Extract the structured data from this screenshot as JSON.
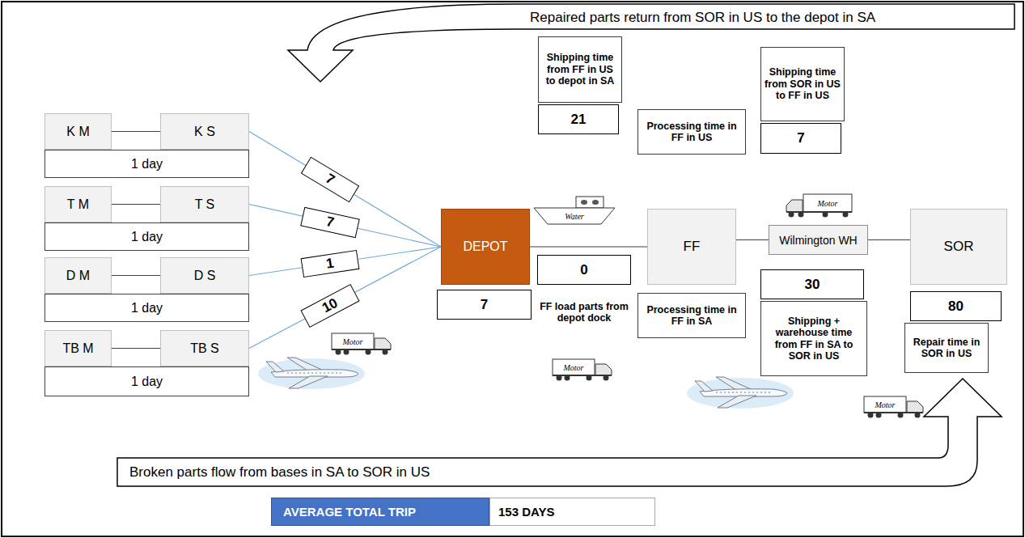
{
  "diagram": {
    "nodes": [
      {
        "text": [
          "Repaired parts return from SOR in US to the depot in SA"
        ]
      },
      {
        "text": [
          "Shipping time from FF in US to depot in SA"
        ]
      },
      {
        "text": [
          "21"
        ]
      },
      {
        "text": [
          "Shipping time from SOR in US to FF in US"
        ]
      },
      {
        "text": [
          "7"
        ]
      },
      {
        "text": [
          "Processing time in FF in US"
        ]
      },
      {
        "text": [
          "K M"
        ]
      },
      {
        "text": [
          "K S"
        ]
      },
      {
        "text": [
          "1 day"
        ]
      },
      {
        "text": [
          "T M"
        ]
      },
      {
        "text": [
          "T S"
        ]
      },
      {
        "text": [
          "1 day"
        ]
      },
      {
        "text": [
          "D M"
        ]
      },
      {
        "text": [
          "D S"
        ]
      },
      {
        "text": [
          "1 day"
        ]
      },
      {
        "text": [
          "TB M"
        ]
      },
      {
        "text": [
          "TB S"
        ]
      },
      {
        "text": [
          "1 day"
        ]
      },
      {
        "text": [
          "DEPOT"
        ]
      },
      {
        "text": [
          "7"
        ]
      },
      {
        "text": [
          "0"
        ]
      },
      {
        "text": [
          "FF"
        ]
      },
      {
        "text": [
          "Wilmington WH"
        ]
      },
      {
        "text": [
          "SOR"
        ]
      },
      {
        "text": [
          "Processing time in FF in SA"
        ]
      },
      {
        "text": [
          "30"
        ]
      },
      {
        "text": [
          "Shipping + warehouse time from FF in SA to SOR in US"
        ]
      },
      {
        "text": [
          "80"
        ]
      },
      {
        "text": [
          "Repair time in SOR in US"
        ]
      },
      {
        "text": [
          "Broken parts flow from bases in SA to SOR in US"
        ]
      },
      {
        "text": [
          "AVERAGE TOTAL TRIP"
        ]
      },
      {
        "text": [
          "153 DAYS"
        ]
      }
    ],
    "edges": [
      {
        "from": 6,
        "to": 7,
        "arrow": "none"
      },
      {
        "from": 9,
        "to": 10,
        "arrow": "none"
      },
      {
        "from": 12,
        "to": 13,
        "arrow": "none"
      },
      {
        "from": 15,
        "to": 16,
        "arrow": "none"
      },
      {
        "from": 7,
        "to": 18,
        "label": "7",
        "arrow": "none"
      },
      {
        "from": 10,
        "to": 18,
        "label": "7",
        "arrow": "none"
      },
      {
        "from": 13,
        "to": 18,
        "label": "1",
        "arrow": "none"
      },
      {
        "from": 16,
        "to": 18,
        "label": "10",
        "arrow": "none"
      },
      {
        "from": 18,
        "to": 21,
        "arrow": "none"
      },
      {
        "from": 21,
        "to": 22,
        "arrow": "none"
      },
      {
        "from": 22,
        "to": 23,
        "arrow": "none"
      }
    ],
    "labels": [
      "Motor",
      "Water",
      "FF load parts from depot dock",
      "Motor",
      "Motor",
      "Motor"
    ]
  }
}
